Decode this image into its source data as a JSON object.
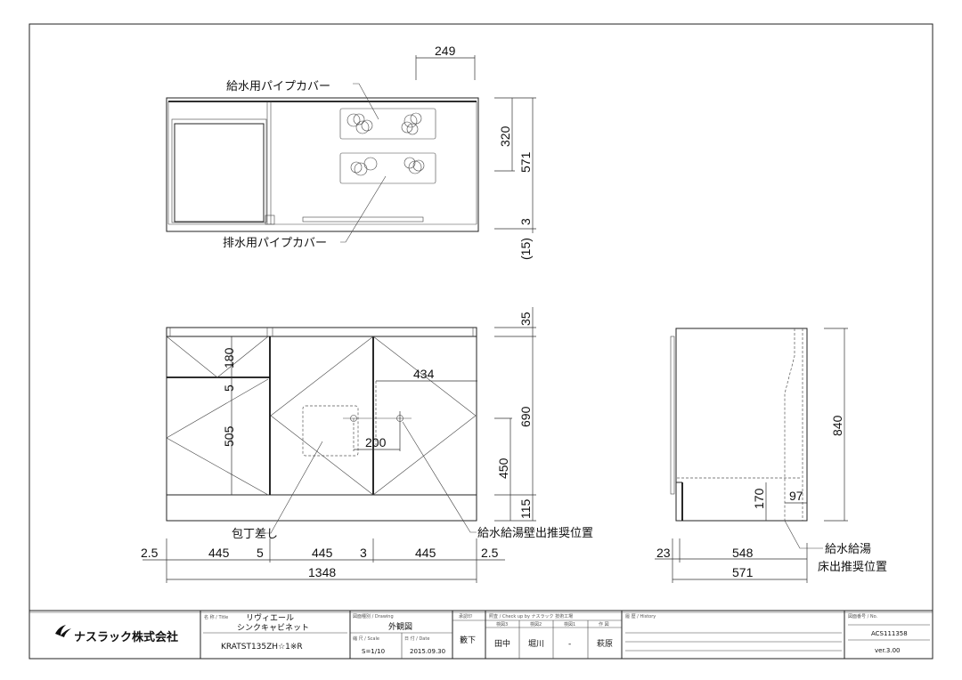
{
  "top_view": {
    "label_supply_cover": "給水用パイプカバー",
    "label_drain_cover": "排水用パイプカバー",
    "dims": {
      "d249": "249",
      "d320": "320",
      "d571": "571",
      "d3": "3",
      "d15": "(15)"
    }
  },
  "front_view": {
    "label_knife": "包丁差し",
    "label_wall_outlet": "給水給湯壁出推奨位置",
    "dims": {
      "d35": "35",
      "d180": "180",
      "d5v": "5",
      "d505": "505",
      "d434": "434",
      "d200": "200",
      "d690": "690",
      "d450": "450",
      "d115": "115",
      "d2_5a": "2.5",
      "d445a": "445",
      "d5": "5",
      "d445b": "445",
      "d3": "3",
      "d445c": "445",
      "d2_5b": "2.5",
      "d1348": "1348"
    }
  },
  "side_view": {
    "label_floor_outlet_1": "給水給湯",
    "label_floor_outlet_2": "床出推奨位置",
    "dims": {
      "d840": "840",
      "d170": "170",
      "d97": "97",
      "d23": "23",
      "d548": "548",
      "d571": "571"
    }
  },
  "title_block": {
    "company": "ナスラック株式会社",
    "title_caption": "名 称 / Title",
    "title_line1": "リヴィエール",
    "title_line2": "シンクキャビネット",
    "model": "KRATST135ZH☆1※R",
    "drawing_caption": "図面種別 / Drawing",
    "drawing_type": "外観図",
    "scale_caption": "縮 尺 / Scale",
    "scale": "S=1/10",
    "date_caption": "日 付 / Date",
    "date": "2015.09.30",
    "approval_caption": "承認印",
    "approval": "籔下",
    "check_caption": "照査 / Check up by ナスラック 技術工場",
    "checkers": [
      {
        "caption": "検図3",
        "name": "田中"
      },
      {
        "caption": "検図2",
        "name": "堀川"
      },
      {
        "caption": "検図1",
        "name": "-"
      },
      {
        "caption": "作 図",
        "name": "萩原"
      }
    ],
    "history_caption": "履 歴 / History",
    "number_caption": "図面番号 / No.",
    "number": "ACS111358",
    "version": "ver.3.00"
  }
}
